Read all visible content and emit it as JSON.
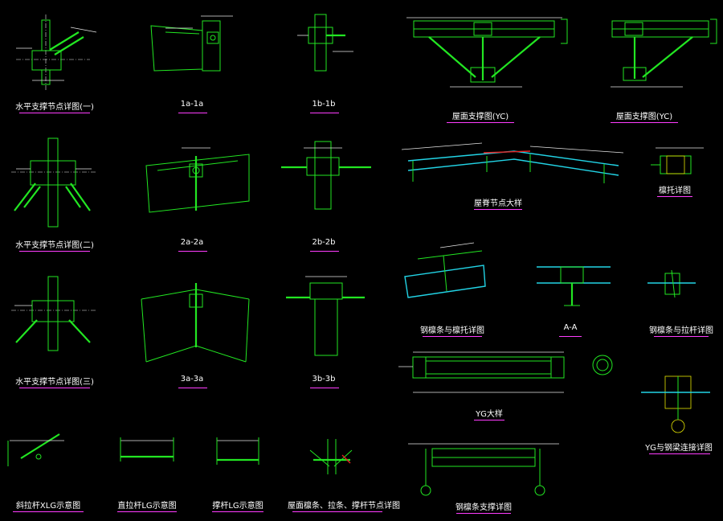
{
  "captions": {
    "horizontal_brace_node_1": "水平支撑节点详图(一)",
    "section_1a": "1a-1a",
    "section_1b": "1b-1b",
    "roof_brace_yc_a": "屋面支撑图(YC)",
    "roof_brace_yc_b": "屋面支撑图(YC)",
    "horizontal_brace_node_2": "水平支撑节点详图(二)",
    "section_2a": "2a-2a",
    "section_2b": "2b-2b",
    "ridge_node": "屋脊节点大样",
    "stiffener_detail": "檩托详图",
    "horizontal_brace_node_3": "水平支撑节点详图(三)",
    "section_3a": "3a-3a",
    "section_3b": "3b-3b",
    "purlin_stay_detail": "钢檩条与檩托详图",
    "section_aa": "A-A",
    "purlin_connection": "钢檩条与拉杆详图",
    "yg_detail": "YG大样",
    "yg_beam_connection": "YG与钢梁连接详图",
    "diagonal_xlg": "斜拉杆XLG示意图",
    "straight_lg": "直拉杆LG示意图",
    "diagonal_lg": "撑杆LG示意图",
    "roof_purlin_node": "屋面檩条、拉条、撑杆节点详图",
    "purlin_brace": "钢檩条支撑详图"
  },
  "colors": {
    "background": "#000000",
    "member": "#22e622",
    "dimension": "#e6e6e6",
    "leader": "#e6e600",
    "section_line": "#22d4e6",
    "highlight": "#e62222",
    "caption_underline": "#ff3cff"
  }
}
